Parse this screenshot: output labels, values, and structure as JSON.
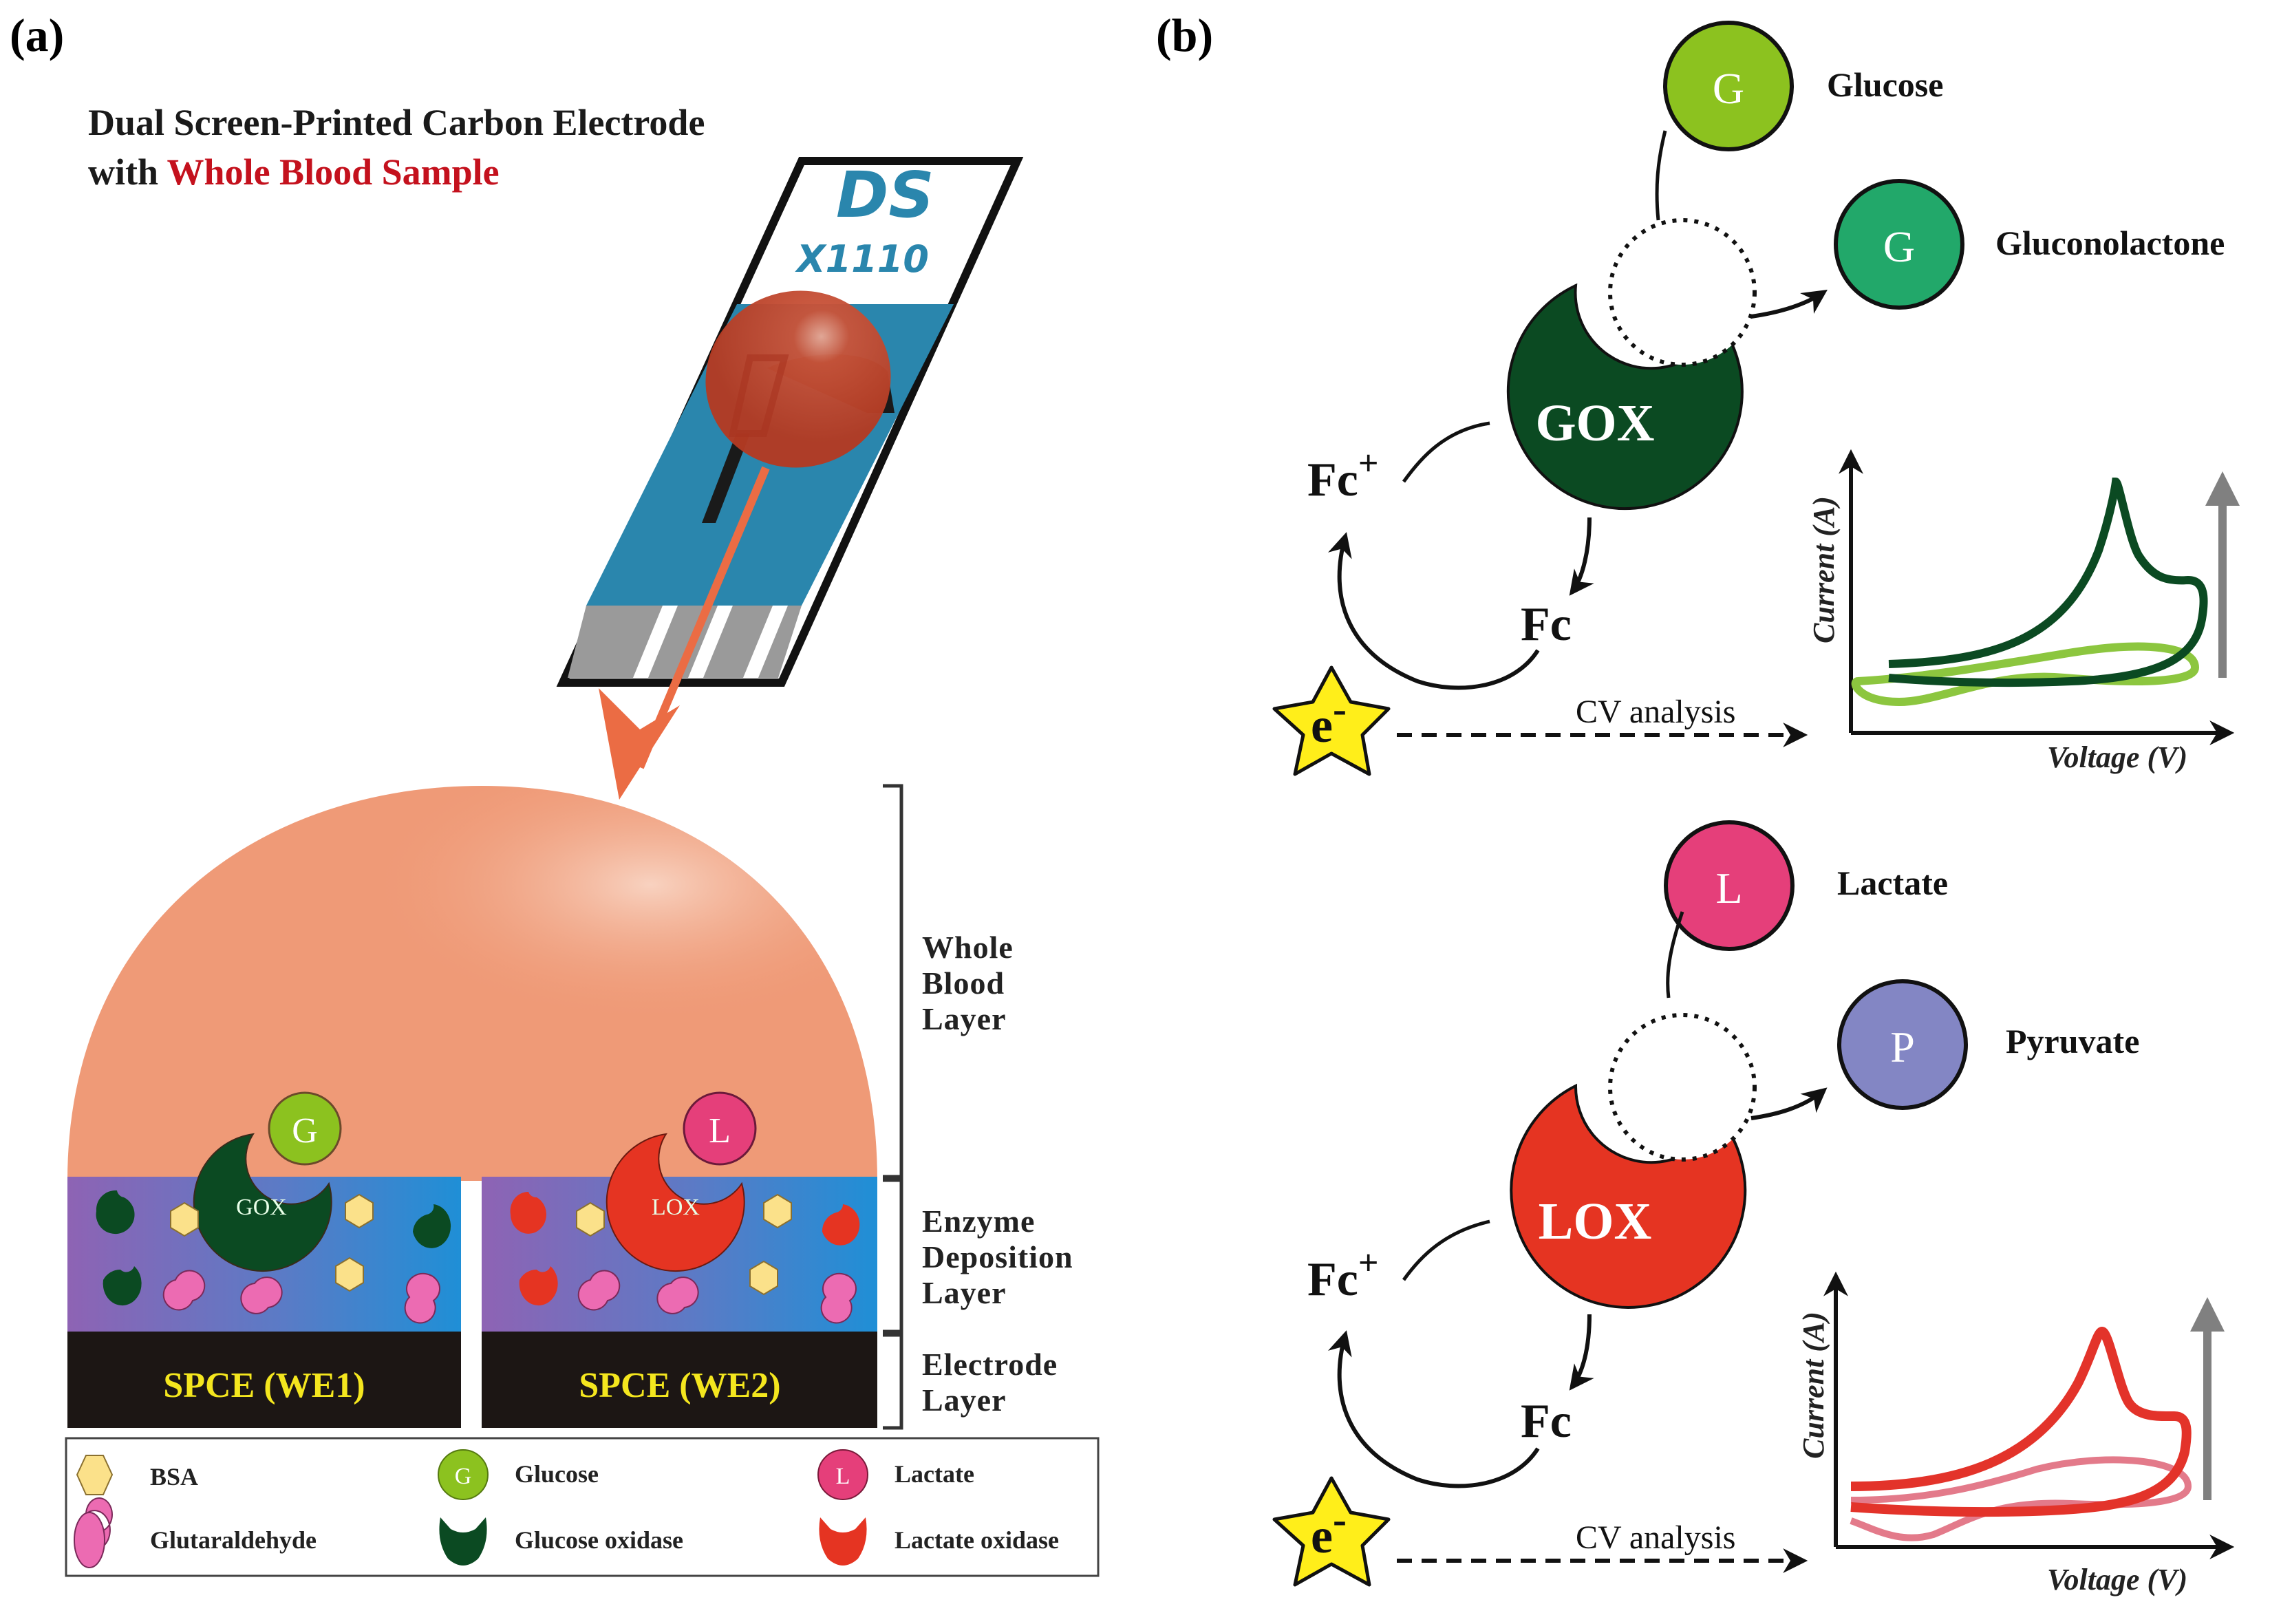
{
  "panel_a": {
    "label": "(a)",
    "title_line1": "Dual Screen-Printed Carbon Electrode",
    "title_line2_prefix": "with ",
    "title_line2_highlight": "Whole Blood Sample",
    "strip": {
      "brand": "DS",
      "model": "X1110"
    },
    "layers": [
      {
        "line1": "Whole",
        "line2": "Blood",
        "line3": "Layer"
      },
      {
        "line1": "Enzyme",
        "line2": "Deposition",
        "line3": "Layer"
      },
      {
        "line1": "Electrode",
        "line2": "Layer"
      }
    ],
    "electrodes": [
      {
        "label": "SPCE (WE1)",
        "enzyme": "GOX",
        "substrate": "G"
      },
      {
        "label": "SPCE (WE2)",
        "enzyme": "LOX",
        "substrate": "L"
      }
    ],
    "legend": [
      {
        "icon": "bsa-hexagon-icon",
        "label": "BSA"
      },
      {
        "icon": "glucose-icon",
        "label": "Glucose",
        "letter": "G"
      },
      {
        "icon": "lactate-icon",
        "label": "Lactate",
        "letter": "L"
      },
      {
        "icon": "glutaraldehyde-icon",
        "label": "Glutaraldehyde"
      },
      {
        "icon": "glucose-oxidase-icon",
        "label": "Glucose oxidase"
      },
      {
        "icon": "lactate-oxidase-icon",
        "label": "Lactate oxidase"
      }
    ]
  },
  "panel_b": {
    "label": "(b)",
    "reactions": [
      {
        "substrate_letter": "G",
        "substrate_name": "Glucose",
        "product_letter": "G",
        "product_name": "Gluconolactone",
        "enzyme": "GOX",
        "mediator_ox": "Fc",
        "mediator_ox_sup": "+",
        "mediator_red": "Fc",
        "electron": "e",
        "electron_sup": "-",
        "analysis": "CV analysis",
        "plot": {
          "ylabel": "Current (A)",
          "xlabel": "Voltage (V)"
        }
      },
      {
        "substrate_letter": "L",
        "substrate_name": "Lactate",
        "product_letter": "P",
        "product_name": "Pyruvate",
        "enzyme": "LOX",
        "mediator_ox": "Fc",
        "mediator_ox_sup": "+",
        "mediator_red": "Fc",
        "electron": "e",
        "electron_sup": "-",
        "analysis": "CV analysis",
        "plot": {
          "ylabel": "Current (A)",
          "xlabel": "Voltage (V)"
        }
      }
    ]
  },
  "colors": {
    "glucose": "#8cc21f",
    "gluconolactone": "#22a86a",
    "gox": "#0b4a22",
    "lactate": "#e53f7a",
    "pyruvate": "#8386c4",
    "lox": "#e53422",
    "blood": "#ef9a77",
    "blood_drop": "#c0432a",
    "strip_blue": "#2a86ad",
    "electrode": "#1c1614",
    "spce_text": "#f4e61e",
    "bsa": "#fbe18a",
    "glutaraldehyde": "#ec6bb2",
    "highlight_red": "#c4111d",
    "cv_gox_active": "#0b4a22",
    "cv_gox_blank": "#8cc63f",
    "cv_lox_active": "#e3332a",
    "cv_lox_blank": "#e37a8a"
  }
}
